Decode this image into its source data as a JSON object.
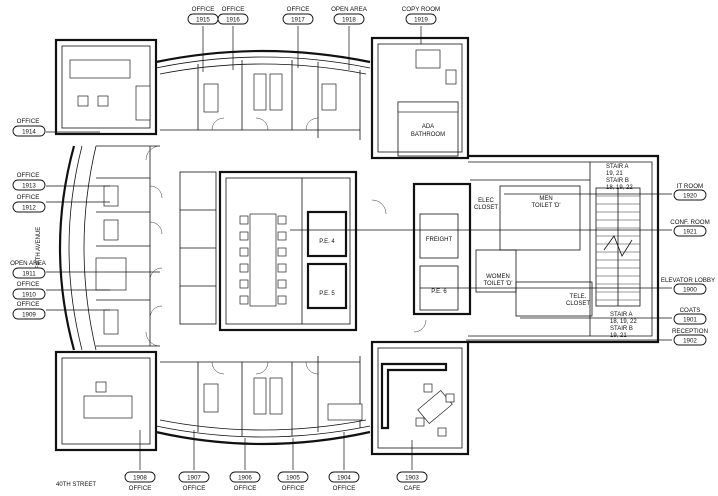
{
  "tags": [
    {
      "id": "t1915",
      "cat": "OFFICE",
      "num": "1915"
    },
    {
      "id": "t1916",
      "cat": "OFFICE",
      "num": "1916"
    },
    {
      "id": "t1917",
      "cat": "OFFICE",
      "num": "1917"
    },
    {
      "id": "t1918",
      "cat": "OPEN AREA",
      "num": "1918"
    },
    {
      "id": "t1919",
      "cat": "COPY ROOM",
      "num": "1919"
    },
    {
      "id": "t1914",
      "cat": "OFFICE",
      "num": "1914"
    },
    {
      "id": "t1913",
      "cat": "OFFICE",
      "num": "1913"
    },
    {
      "id": "t1912",
      "cat": "OFFICE",
      "num": "1912"
    },
    {
      "id": "t1911",
      "cat": "OPEN AREA",
      "num": "1911"
    },
    {
      "id": "t1910",
      "cat": "OFFICE",
      "num": "1910"
    },
    {
      "id": "t1909",
      "cat": "OFFICE",
      "num": "1909"
    },
    {
      "id": "t1920",
      "cat": "IT ROOM",
      "num": "1920"
    },
    {
      "id": "t1921",
      "cat": "CONF. ROOM",
      "num": "1921"
    },
    {
      "id": "t1900",
      "cat": "ELEVATOR LOBBY",
      "num": "1900"
    },
    {
      "id": "t1901",
      "cat": "COATS",
      "num": "1901"
    },
    {
      "id": "t1902",
      "cat": "RECEPTION",
      "num": "1902"
    },
    {
      "id": "t1908",
      "cat": "OFFICE",
      "num": "1908"
    },
    {
      "id": "t1907",
      "cat": "OFFICE",
      "num": "1907"
    },
    {
      "id": "t1906",
      "cat": "OFFICE",
      "num": "1906"
    },
    {
      "id": "t1905",
      "cat": "OFFICE",
      "num": "1905"
    },
    {
      "id": "t1904",
      "cat": "OFFICE",
      "num": "1904"
    },
    {
      "id": "t1903",
      "cat": "CAFE",
      "num": "1903"
    }
  ],
  "rooms": {
    "ada": "ADA",
    "ada2": "BATHROOM",
    "elec": "ELEC",
    "elec2": "CLOSET",
    "men": "MEN",
    "men2": "TOILET 'D'",
    "women": "WOMEN",
    "women2": "TOILET 'D'",
    "freight": "FREIGHT",
    "pe4": "P.E. 4",
    "pe5": "P.E. 5",
    "pe6": "P.E. 6",
    "tele": "TELE.",
    "tele2": "CLOSET",
    "stair_a_top": "STAIR A",
    "stair_a_top_num": "19, 21",
    "stair_b_top": "STAIR B",
    "stair_b_top_num": "18, 19, 22",
    "stair_a_bot": "STAIR A",
    "stair_a_bot_num": "18, 19, 22",
    "stair_b_bot": "STAIR B",
    "stair_b_bot_num": "19, 21"
  },
  "streets": {
    "avenue": "FIFTH AVENUE",
    "street": "40TH STREET"
  }
}
